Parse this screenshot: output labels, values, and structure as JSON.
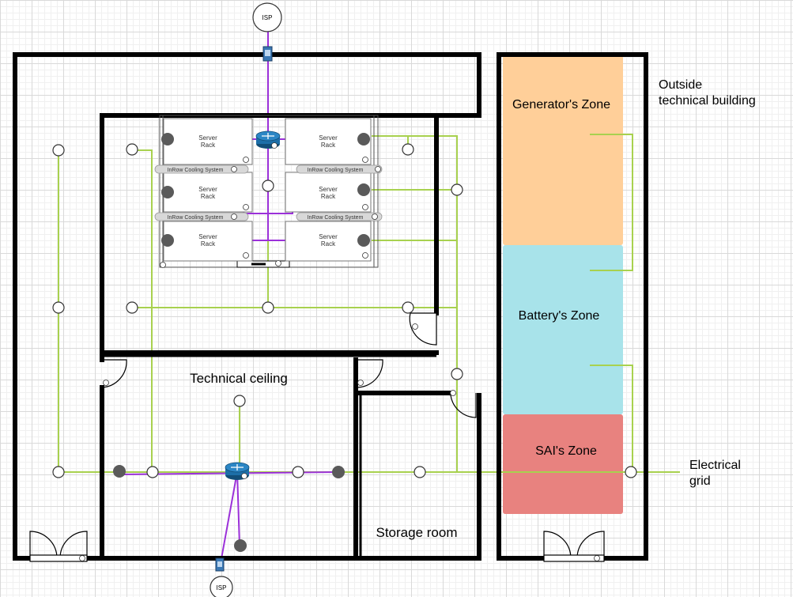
{
  "labels": {
    "generator_zone": "Generator's Zone",
    "battery_zone": "Battery's Zone",
    "sai_zone": "SAI's Zone",
    "outside_line1": "Outside",
    "outside_line2": "technical building",
    "technical_ceiling": "Technical ceiling",
    "storage_room": "Storage room",
    "grid_line1": "Electrical",
    "grid_line2": "grid",
    "isp": "ISP",
    "server_line1": "Server",
    "server_line2": "Rack",
    "cooling": "InRow Cooling System"
  },
  "colors": {
    "wall": "#000000",
    "power_line": "#a8d14f",
    "network_line": "#9b30d9",
    "generator_zone": "#ffcf99",
    "battery_zone": "#a8e3ea",
    "sai_zone": "#e8827f",
    "router": "#1d6fa8"
  },
  "icons": {
    "router": "router-icon",
    "isp": "isp-cloud-icon",
    "connector": "network-connector-icon",
    "light": "light-fixture-icon",
    "sensor": "sensor-icon",
    "info": "info-icon",
    "door": "door-swing-icon"
  }
}
